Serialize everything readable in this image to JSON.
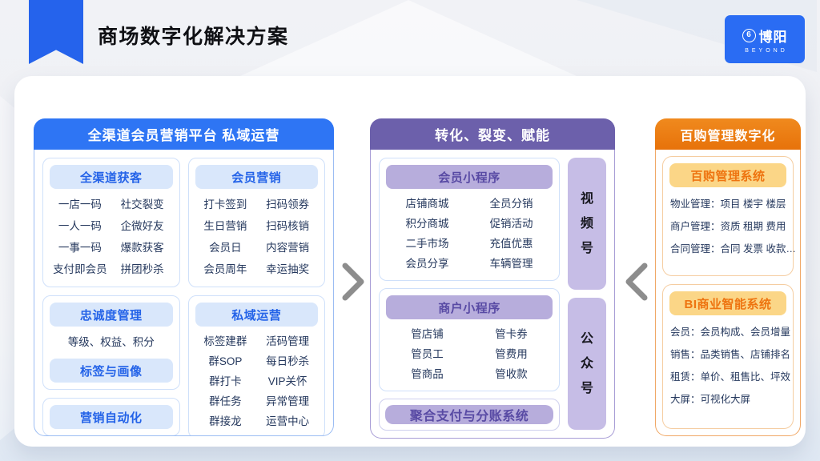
{
  "page": {
    "title": "商场数字化解决方案",
    "logo": {
      "icon_text": "6",
      "name": "博阳",
      "subtitle": "BEYOND"
    }
  },
  "colors": {
    "primary_blue": "#2e75f4",
    "bookmark_blue": "#2563ec",
    "purple": "#6c60ab",
    "orange": "#ec7a12",
    "light_blue_pill": "#d9e7fb",
    "light_purple_pill": "#b7addc",
    "channel_box_purple": "#c6bde6",
    "gold_pill": "#fbd687",
    "body_text": "#26395e",
    "chevron_gray": "#8d8d8d"
  },
  "panels": {
    "left": {
      "header": "全渠道会员营销平台 私域运营",
      "cards": {
        "acquisition": {
          "title": "全渠道获客",
          "items": [
            "一店一码",
            "社交裂变",
            "一人一码",
            "企微好友",
            "一事一码",
            "爆款获客",
            "支付即会员",
            "拼团秒杀"
          ]
        },
        "marketing": {
          "title": "会员营销",
          "items": [
            "打卡签到",
            "扫码领券",
            "生日营销",
            "扫码核销",
            "会员日",
            "内容营销",
            "会员周年",
            "幸运抽奖"
          ]
        },
        "loyalty": {
          "title": "忠诚度管理",
          "line": "等级、权益、积分",
          "title2": "标签与画像"
        },
        "automation": {
          "title": "营销自动化"
        },
        "private_ops": {
          "title": "私域运营",
          "items": [
            "标签建群",
            "活码管理",
            "群SOP",
            "每日秒杀",
            "群打卡",
            "VIP关怀",
            "群任务",
            "异常管理",
            "群接龙",
            "运营中心"
          ]
        }
      }
    },
    "middle": {
      "header": "转化、裂变、赋能",
      "cards": {
        "member_app": {
          "title": "会员小程序",
          "items": [
            "店铺商城",
            "全员分销",
            "积分商城",
            "促销活动",
            "二手市场",
            "充值优惠",
            "会员分享",
            "车辆管理"
          ]
        },
        "merchant_app": {
          "title": "商户小程序",
          "items": [
            "管店铺",
            "管卡券",
            "管员工",
            "管费用",
            "管商品",
            "管收款"
          ]
        },
        "payment": {
          "title": "聚合支付与分账系统"
        }
      },
      "channels": [
        "视频号",
        "公众号"
      ]
    },
    "right": {
      "header": "百购管理数字化",
      "cards": {
        "management": {
          "title": "百购管理系统",
          "lines": [
            "物业管理：项目 楼宇 楼层",
            "商户管理：资质 租期 费用",
            "合同管理：合同 发票 收款…"
          ]
        },
        "bi": {
          "title": "BI商业智能系统",
          "lines": [
            "会员：会员构成、会员增量",
            "销售：品类销售、店铺排名",
            "租赁：单价、租售比、坪效",
            "大屏：可视化大屏"
          ]
        }
      }
    }
  }
}
